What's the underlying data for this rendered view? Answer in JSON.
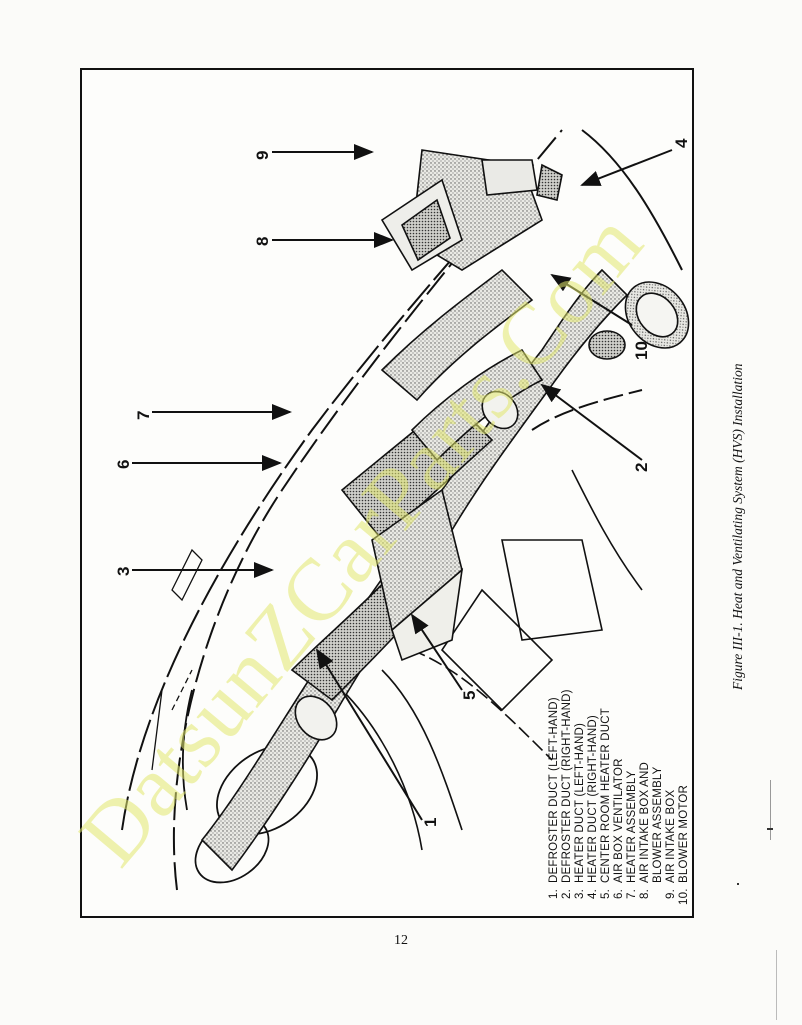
{
  "figure": {
    "caption": "Figure III-1. Heat and Ventilating System (HVS) Installation",
    "callouts": [
      "1",
      "2",
      "3",
      "4",
      "5",
      "6",
      "7",
      "8",
      "9",
      "10"
    ]
  },
  "legend": [
    {
      "num": "1.",
      "label": "DEFROSTER DUCT (LEFT-HAND)"
    },
    {
      "num": "2.",
      "label": "DEFROSTER DUCT (RIGHT-HAND)"
    },
    {
      "num": "3.",
      "label": "HEATER DUCT (LEFT-HAND)"
    },
    {
      "num": "4.",
      "label": "HEATER DUCT (RIGHT-HAND)"
    },
    {
      "num": "5.",
      "label": "CENTER ROOM HEATER DUCT"
    },
    {
      "num": "6.",
      "label": "AIR BOX VENTILATOR"
    },
    {
      "num": "7.",
      "label": "HEATER ASSEMBLY"
    },
    {
      "num": "8.",
      "label": "AIR INTAKE BOX AND"
    },
    {
      "num": "",
      "label": "BLOWER ASSEMBLY"
    },
    {
      "num": "9.",
      "label": "AIR INTAKE BOX"
    },
    {
      "num": "10.",
      "label": "BLOWER MOTOR"
    }
  ],
  "page_number": "12",
  "watermark": "DatsunZCarParts.Com"
}
